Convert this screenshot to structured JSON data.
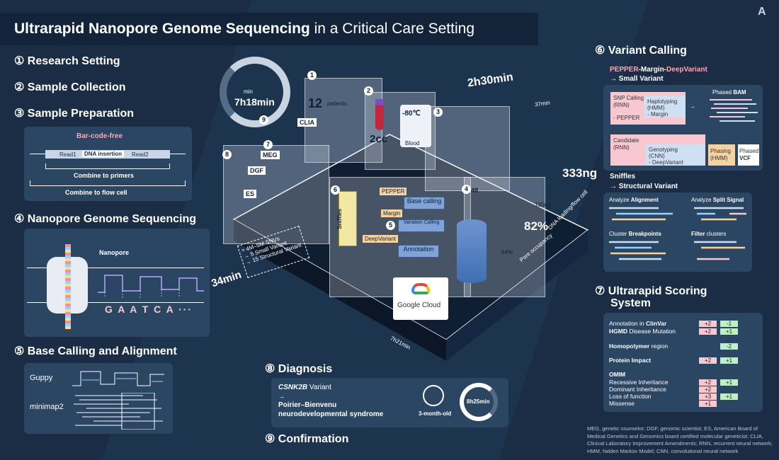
{
  "title": {
    "bold": "Ultrarapid Nanopore Genome Sequencing",
    "rest": " in a Critical Care Setting"
  },
  "logo_glyph": "A",
  "sections": {
    "s1": "① Research Setting",
    "s2": "② Sample Collection",
    "s3": "③ Sample Preparation",
    "s4": "④ Nanopore Genome Sequencing",
    "s5": "⑤ Base Calling and Alignment",
    "s6": "⑥ Variant Calling",
    "s7a": "⑦ Ultrarapid Scoring",
    "s7b": "System",
    "s8": "⑧ Diagnosis",
    "s9": "⑨ Confirmation"
  },
  "prep": {
    "header": "Bar-code-free",
    "read1": "Read1",
    "insert": "DNA insertion",
    "read2": "Read2",
    "primers": "Combine to primers",
    "flowcell": "Combine to flow cell"
  },
  "nanopore": {
    "label": "Nanopore",
    "sequence": "G A A T C A ···"
  },
  "basecalling": {
    "guppy": "Guppy",
    "minimap": "minimap2"
  },
  "variant": {
    "pipeline_a": "PEPPER",
    "pipeline_b": "-Margin-",
    "pipeline_c": "DeepVariant",
    "small": "→ Small Variant",
    "snp": "SNP Calling",
    "snp_sub": "(RNN)",
    "snp_tool": "- PEPPER",
    "hap": "Haplotyping",
    "hap_sub": "(HMM)",
    "hap_tool": "- Margin",
    "phased_bam_a": "Phased ",
    "phased_bam_b": "BAM",
    "cand": "Candidate",
    "cand_sub": "(RNN)",
    "geno": "Genotyping",
    "geno_sub": "(CNN)",
    "geno_tool": "- DeepVariant",
    "phasing": "Phasing",
    "phasing_sub": "(HMM)",
    "vcf_a": "Phased",
    "vcf_b": "VCF",
    "sniffles": "Sniffles",
    "structural": "→ Structural Variant",
    "align_a": "Analyze ",
    "align_b": "Alignment",
    "split_a": "Analyze ",
    "split_b": "Split Signal",
    "cluster_a": "Cluster ",
    "cluster_b": "Breakpoints",
    "filter_a": "Filter",
    "filter_b": " clusters"
  },
  "scoring": {
    "annot_a": "Annotation in ",
    "annot_b": "ClinVar",
    "hgmd_a": "HGMD",
    "hgmd_b": " Disease Mutation",
    "homo_a": "Homopolymer",
    "homo_b": " region",
    "protein": "Protein Impact",
    "omim": "OMIM",
    "recessive": "Recessive Inheritance",
    "dominant": "Dominant Inheritance",
    "lof": "Loss of function",
    "missense": "Missense",
    "chips": {
      "clinvar_p": "+2",
      "clinvar_n": "-1",
      "hgmd_p": "+2",
      "hgmd_n": "+1",
      "homo_n": "-2",
      "protein_p": "+2",
      "protein_n": "+1",
      "rec_p": "+2",
      "rec_n": "+1",
      "dom_p": "+2",
      "lof_p": "+3",
      "lof_n": "+1",
      "mis_p": "+1"
    }
  },
  "diagnosis": {
    "gene": "CSNK2B",
    "variant": " Variant",
    "arrow": "→",
    "syndrome1": "Poirier–Bienvenu",
    "syndrome2": "neurodevelopmental syndrome",
    "age": "3-month-old",
    "time": "8h25min"
  },
  "scene": {
    "clock_min": "min",
    "clock_time": "7h18min",
    "patients": "12",
    "patients_label": "patients",
    "cc": "2cc",
    "blood": "Blood",
    "temp": "-80℃",
    "clia": "CLIA",
    "meg": "MEG",
    "dgf": "DGF",
    "es": "ES",
    "t1": "2h30min",
    "t2": "37min",
    "dna": "333ng",
    "dna_label": "DNA loading/flow cell",
    "ng_small": "135ng",
    "pore": "82%",
    "pore_small": "64%",
    "pore_label": "Pore occupancy",
    "flowcells": "48",
    "t3": "34min",
    "t4": "7h21min",
    "variants1": "≈ 4M–5M SNVs",
    "variants2": "→ 5 Small Variant",
    "variants3": "→ 15 Structural Variant",
    "sniffles": "Sniffles",
    "pepper": "PEPPER",
    "margin": "Margin",
    "deepv": "DeepVariant",
    "basecalling": "Base calling",
    "varcalling": "Variation Calling",
    "annotation": "Annotation",
    "google": "Google Cloud",
    "n1": "1",
    "n2": "2",
    "n3": "3",
    "n4": "4",
    "n5": "5",
    "n6": "6",
    "n7": "7",
    "n8": "8",
    "n9": "9"
  },
  "footnote": "MEG, genetic counselor; DGF, genomic scientist; ES, American Board of Medical Genetics and Genomics board certified molecular geneticist; CLIA, Clinical Laboratory Improvement Amendments; RNN, recurrent neural network; HMM, hidden Markov Model; CNN, convolutional neural network",
  "colors": {
    "bg": "#1a2d45",
    "panel": "#2b4663",
    "pink": "#f7c8cf",
    "green": "#bdf0c2",
    "accent_pink": "#f58fa6"
  }
}
